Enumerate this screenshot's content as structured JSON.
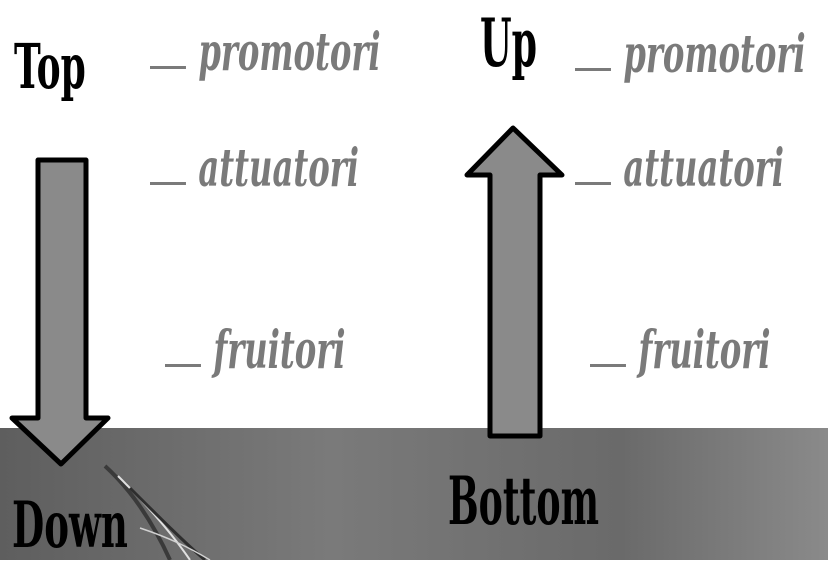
{
  "labels": {
    "top": "Top",
    "down": "Down",
    "up": "Up",
    "bottom": "Bottom"
  },
  "left_column": {
    "items": [
      "promotori",
      "attuatori",
      "fruitori"
    ]
  },
  "right_column": {
    "items": [
      "promotori",
      "attuatori",
      "fruitori"
    ]
  },
  "colors": {
    "arrow_fill": "#8a8a8a",
    "arrow_stroke": "#000000",
    "term_text": "#7a7a7a",
    "band": "#6e6e6e"
  }
}
